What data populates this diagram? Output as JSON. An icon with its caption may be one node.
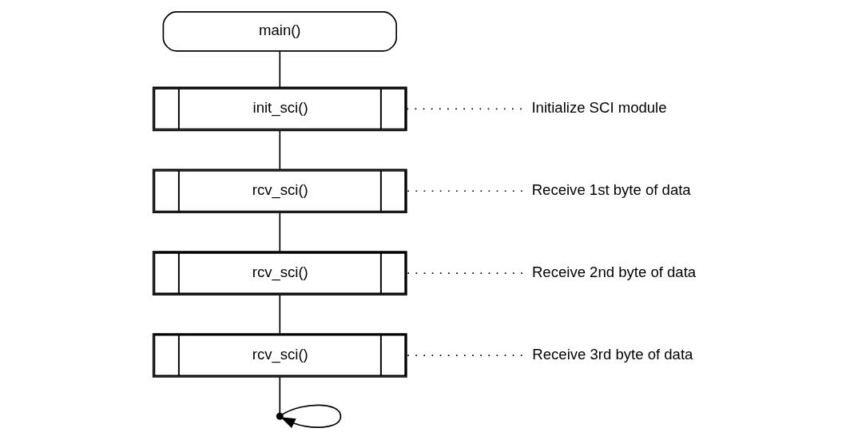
{
  "diagram": {
    "nodes": [
      {
        "text": [
          "main()"
        ]
      },
      {
        "text": [
          "init_sci()"
        ]
      },
      {
        "text": [
          "rcv_sci()"
        ]
      },
      {
        "text": [
          "rcv_sci()"
        ]
      },
      {
        "text": [
          "rcv_sci()"
        ]
      },
      {
        "text": [
          "Initialize SCI module"
        ]
      },
      {
        "text": [
          "Receive 1st byte of data"
        ]
      },
      {
        "text": [
          "Receive 2nd byte of data"
        ]
      },
      {
        "text": [
          "Receive 3rd byte of data"
        ]
      },
      {
        "text": [],
        "shape": "point"
      }
    ],
    "edges": [
      {
        "from": 0,
        "to": 1,
        "arrow": "none"
      },
      {
        "from": 1,
        "to": 2,
        "arrow": "none"
      },
      {
        "from": 2,
        "to": 3,
        "arrow": "none"
      },
      {
        "from": 3,
        "to": 4,
        "arrow": "none"
      },
      {
        "from": 4,
        "to": 9,
        "arrow": "none"
      },
      {
        "from": 9,
        "to": 9,
        "arrow": "to"
      },
      {
        "from": 5,
        "to": 1,
        "arrow": "none",
        "style": "dashed"
      },
      {
        "from": 6,
        "to": 2,
        "arrow": "none",
        "style": "dashed"
      },
      {
        "from": 7,
        "to": 3,
        "arrow": "none",
        "style": "dashed"
      },
      {
        "from": 8,
        "to": 4,
        "arrow": "none",
        "style": "dashed"
      }
    ]
  }
}
